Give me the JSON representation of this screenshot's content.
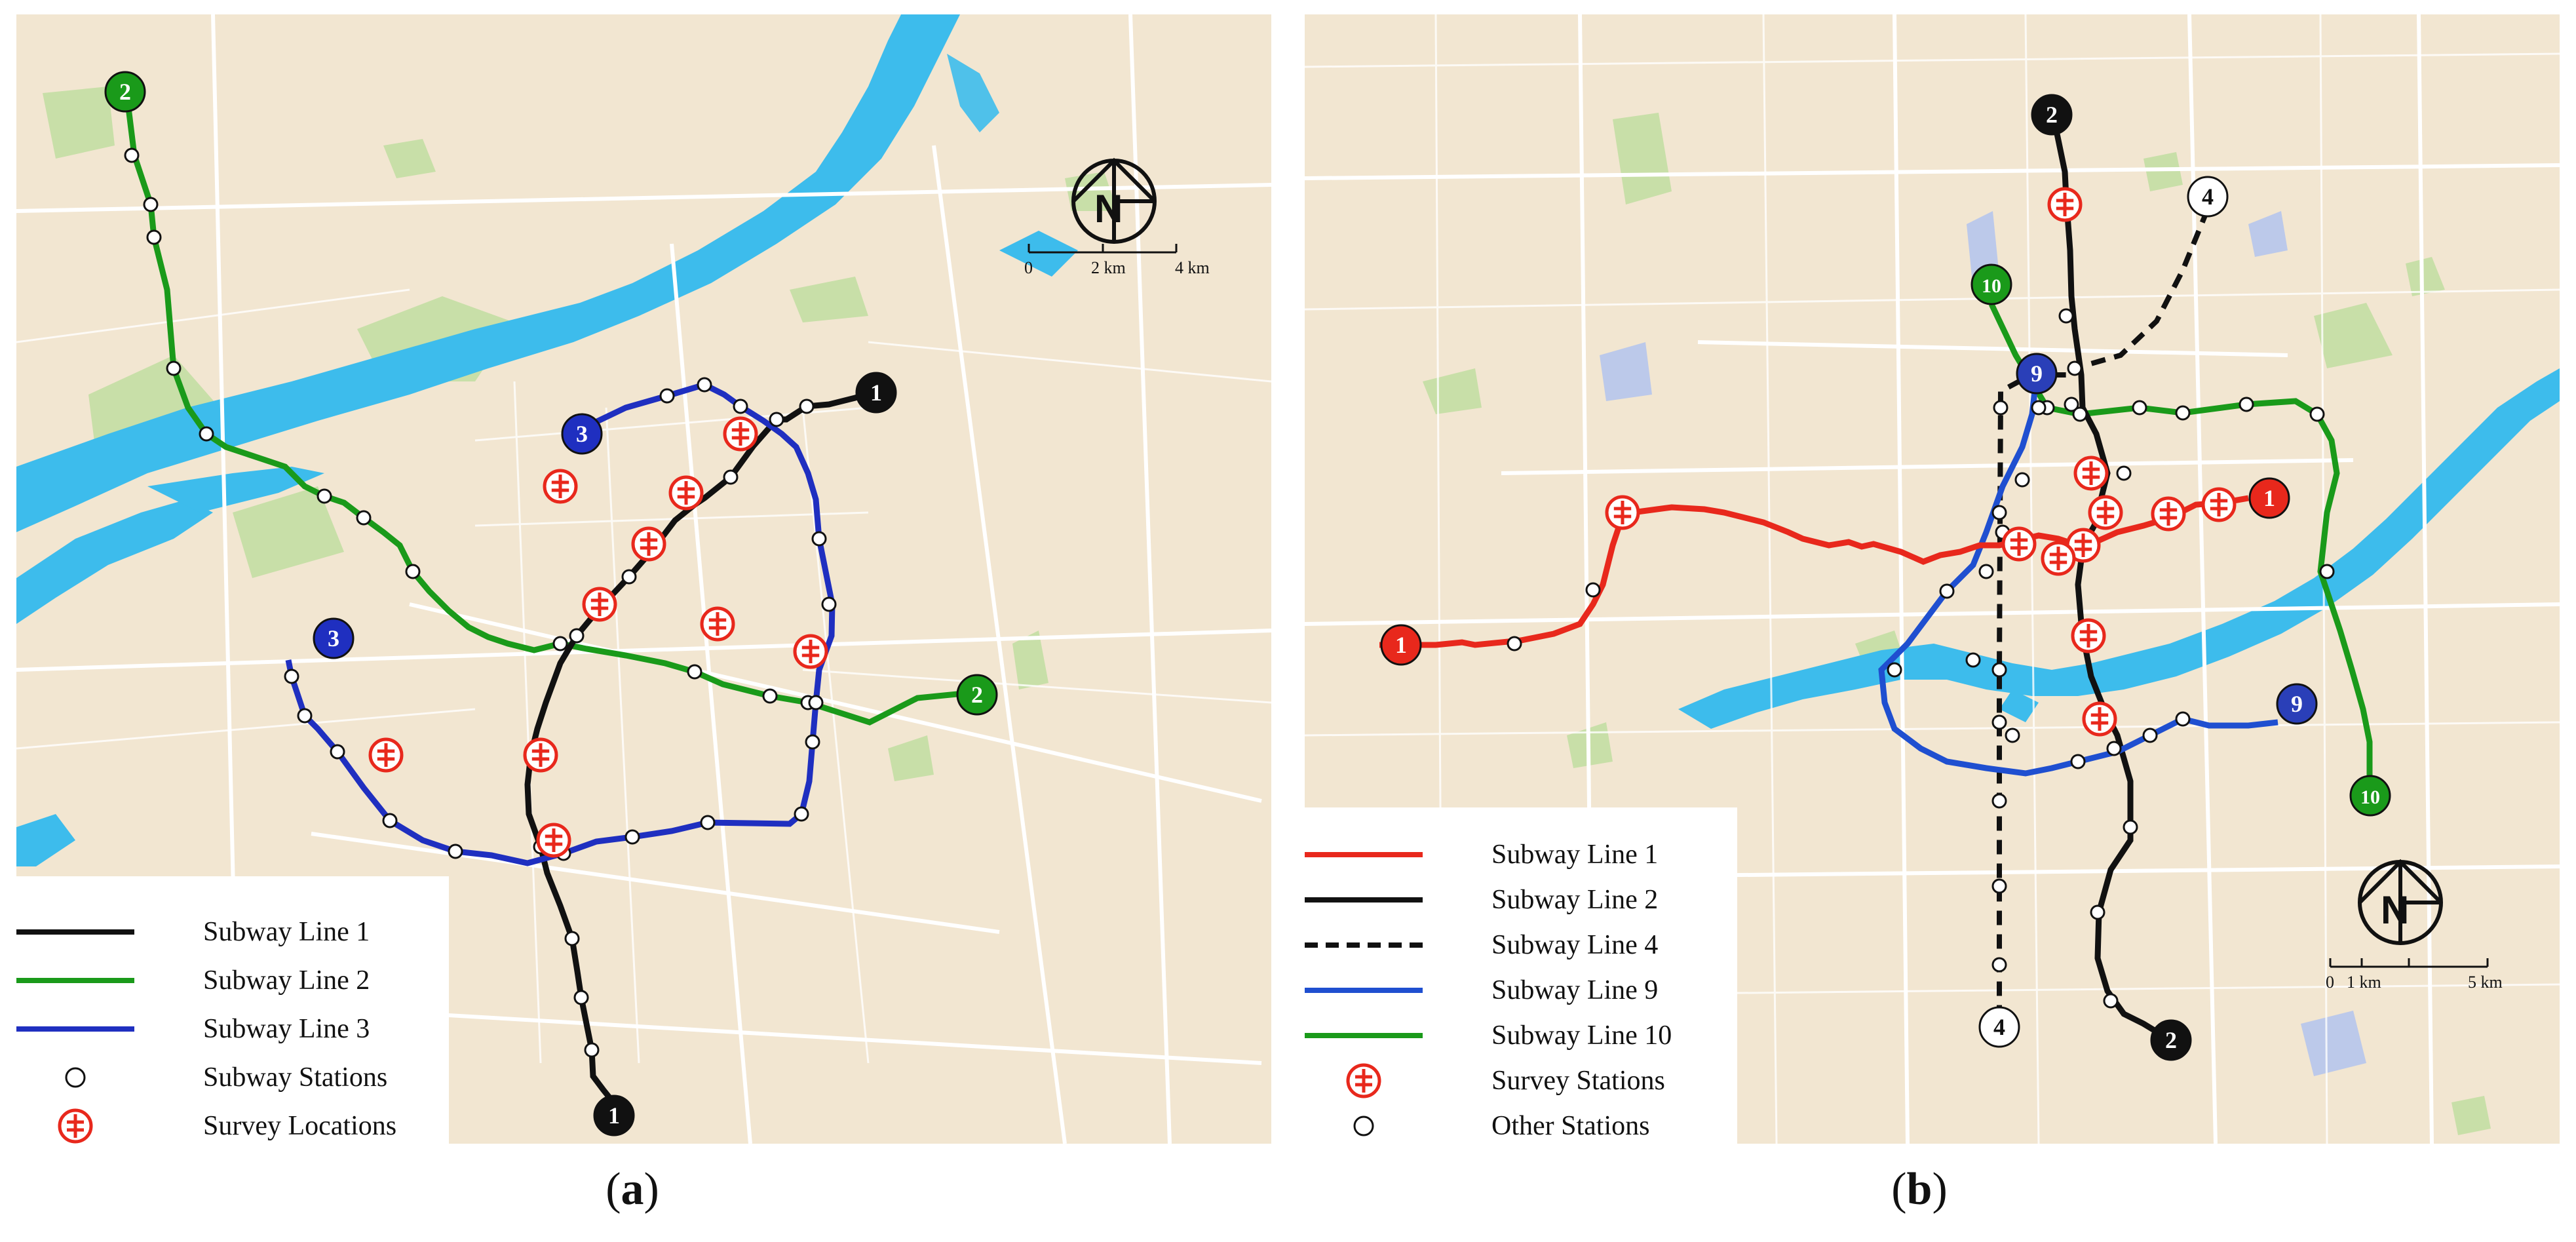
{
  "panels": [
    {
      "id": "a",
      "caption": "a",
      "legend": [
        {
          "label": "Subway Line 1",
          "symbol": "line",
          "color": "#111111"
        },
        {
          "label": "Subway Line 2",
          "symbol": "line",
          "color": "#1a9a1a"
        },
        {
          "label": "Subway Line 3",
          "symbol": "line",
          "color": "#1f2fc0"
        },
        {
          "label": "Subway Stations",
          "symbol": "station"
        },
        {
          "label": "Survey Locations",
          "symbol": "survey"
        }
      ],
      "lines": [
        {
          "name": "Line 1",
          "number": "1",
          "color": "#111111",
          "dashed": false,
          "badge_fill": "#111111",
          "badge_text": "#ffffff"
        },
        {
          "name": "Line 2",
          "number": "2",
          "color": "#1a9a1a",
          "dashed": false,
          "badge_fill": "#1a9a1a",
          "badge_text": "#ffffff"
        },
        {
          "name": "Line 3",
          "number": "3",
          "color": "#1f2fc0",
          "dashed": false,
          "badge_fill": "#1f2fc0",
          "badge_text": "#ffffff"
        }
      ],
      "scale_bar": {
        "ticks": [
          "0",
          "2 km",
          "4 km"
        ]
      },
      "north_arrow": "N"
    },
    {
      "id": "b",
      "caption": "b",
      "legend": [
        {
          "label": "Subway Line 1",
          "symbol": "line",
          "color": "#e8281c"
        },
        {
          "label": "Subway Line 2",
          "symbol": "line",
          "color": "#111111"
        },
        {
          "label": "Subway Line 4",
          "symbol": "dashed",
          "color": "#111111"
        },
        {
          "label": "Subway Line 9",
          "symbol": "line",
          "color": "#1f4fd0"
        },
        {
          "label": "Subway Line 10",
          "symbol": "line",
          "color": "#1a9a1a"
        },
        {
          "label": "Survey Stations",
          "symbol": "survey"
        },
        {
          "label": "Other Stations",
          "symbol": "station"
        }
      ],
      "lines": [
        {
          "name": "Line 1",
          "number": "1",
          "color": "#e8281c",
          "dashed": false,
          "badge_fill": "#e8281c",
          "badge_text": "#ffffff"
        },
        {
          "name": "Line 2",
          "number": "2",
          "color": "#111111",
          "dashed": false,
          "badge_fill": "#111111",
          "badge_text": "#ffffff"
        },
        {
          "name": "Line 4",
          "number": "4",
          "color": "#111111",
          "dashed": true,
          "badge_fill": "#ffffff",
          "badge_text": "#111111"
        },
        {
          "name": "Line 9",
          "number": "9",
          "color": "#1f4fd0",
          "dashed": false,
          "badge_fill": "#2a3fb8",
          "badge_text": "#ffffff"
        },
        {
          "name": "Line 10",
          "number": "10",
          "color": "#1a9a1a",
          "dashed": false,
          "badge_fill": "#1a9a1a",
          "badge_text": "#ffffff"
        }
      ],
      "scale_bar": {
        "ticks": [
          "0",
          "1 km",
          "5 km"
        ]
      },
      "north_arrow": "N"
    }
  ],
  "colors": {
    "land": "#f2e6d1",
    "water": "#3dbcec",
    "green": "#c4dca4",
    "road": "#ffffff",
    "survey": "#e8281c"
  }
}
